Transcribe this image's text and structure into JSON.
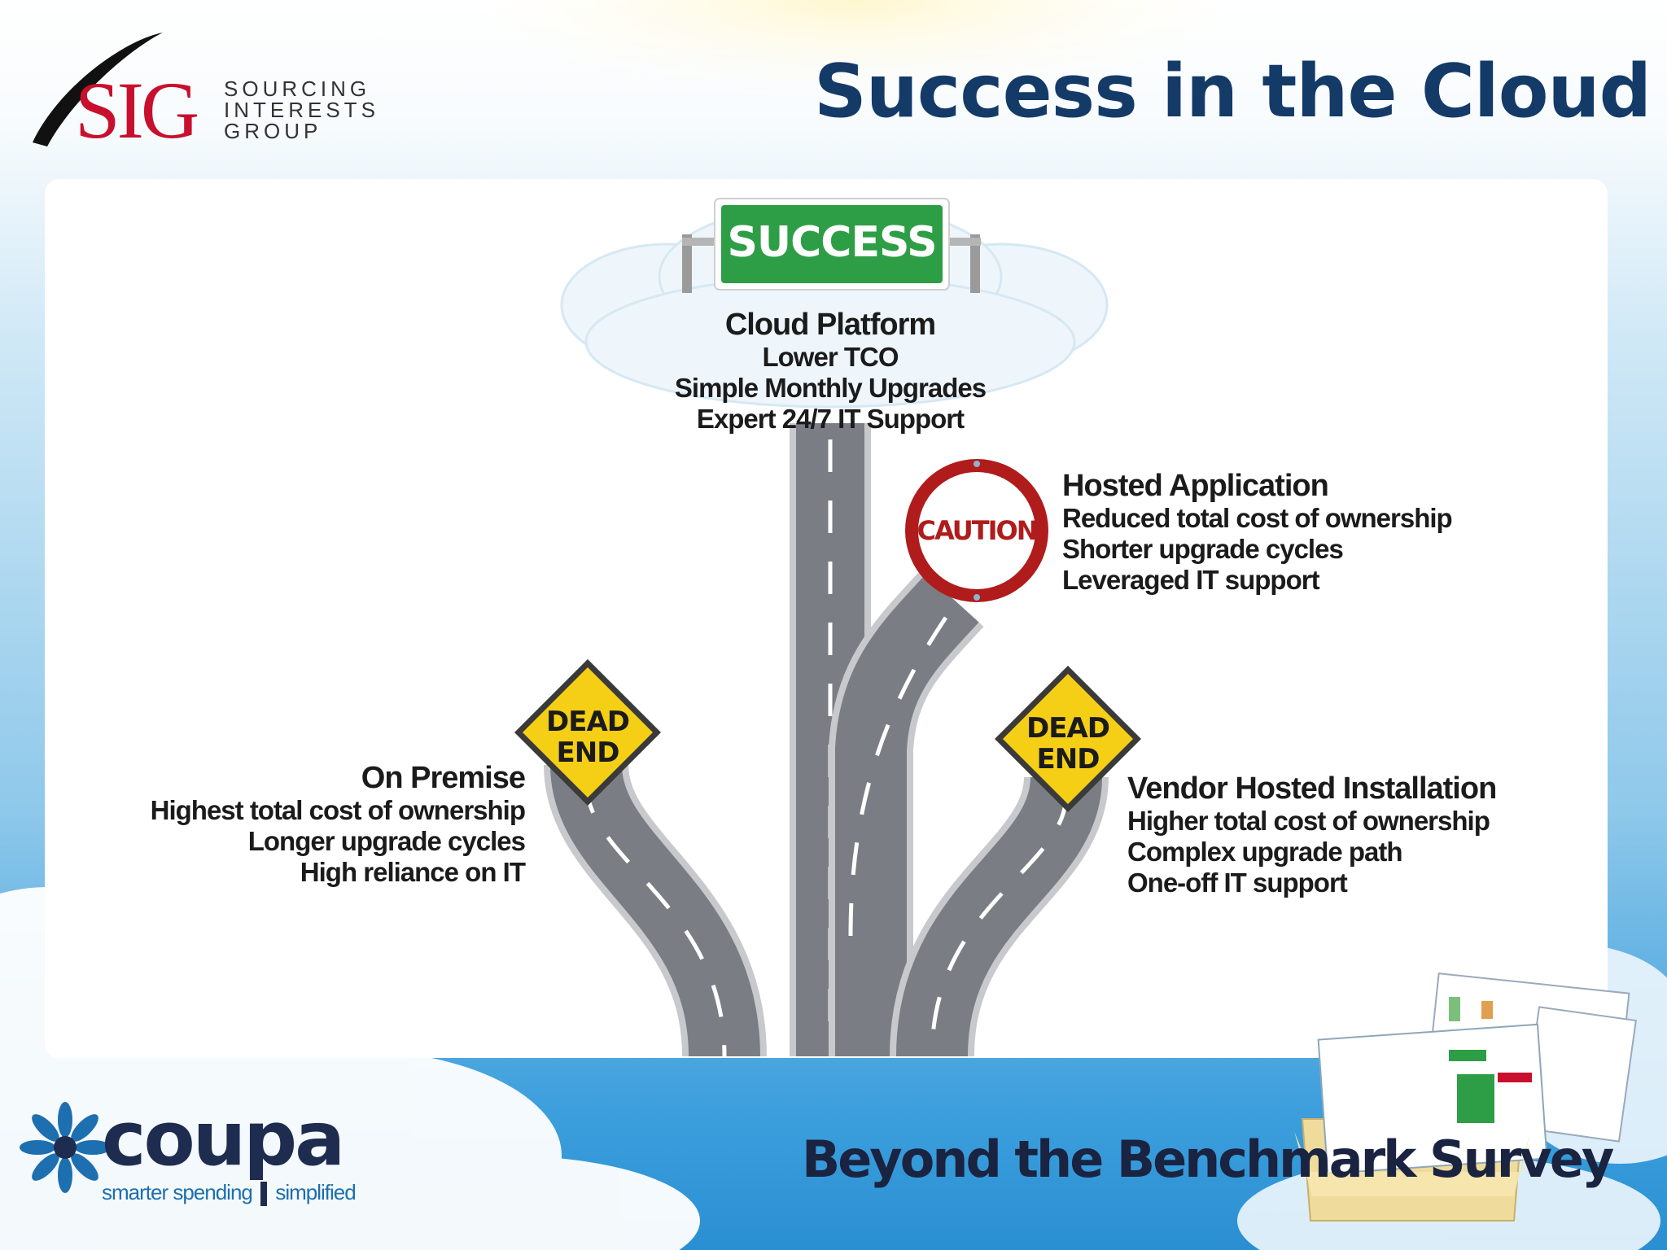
{
  "slide": {
    "title": "Success in the Cloud",
    "footer_title": "Beyond the Benchmark Survey"
  },
  "brands": {
    "sig": {
      "monogram": "SIG",
      "line1": "SOURCING",
      "line2": "INTERESTS",
      "line3": "GROUP"
    },
    "coupa": {
      "name": "coupa",
      "tagline_left": "smarter spending",
      "tagline_right": "simplified"
    }
  },
  "signs": {
    "success": "SUCCESS",
    "caution": "CAUTION",
    "dead_end_left": [
      "DEAD",
      "END"
    ],
    "dead_end_right": [
      "DEAD",
      "END"
    ]
  },
  "paths": {
    "cloud": {
      "heading": "Cloud Platform",
      "lines": [
        "Lower TCO",
        "Simple Monthly Upgrades",
        "Expert 24/7 IT Support"
      ]
    },
    "hosted": {
      "heading": "Hosted Application",
      "lines": [
        "Reduced total cost of ownership",
        "Shorter upgrade cycles",
        "Leveraged IT support"
      ]
    },
    "on_premise": {
      "heading": "On Premise",
      "lines": [
        "Highest total cost of ownership",
        "Longer upgrade cycles",
        "High reliance on IT"
      ]
    },
    "vendor": {
      "heading": "Vendor Hosted Installation",
      "lines": [
        "Higher total cost of ownership",
        "Complex upgrade path",
        "One-off IT support"
      ]
    }
  },
  "colors": {
    "title": "#143a68",
    "sig_red": "#c8102e",
    "success_green": "#2e9e46",
    "caution_red": "#b01c1c",
    "dead_end_yellow": "#f5cf16",
    "road_gray": "#7b7d84",
    "coupa_navy": "#1d2c4f"
  }
}
